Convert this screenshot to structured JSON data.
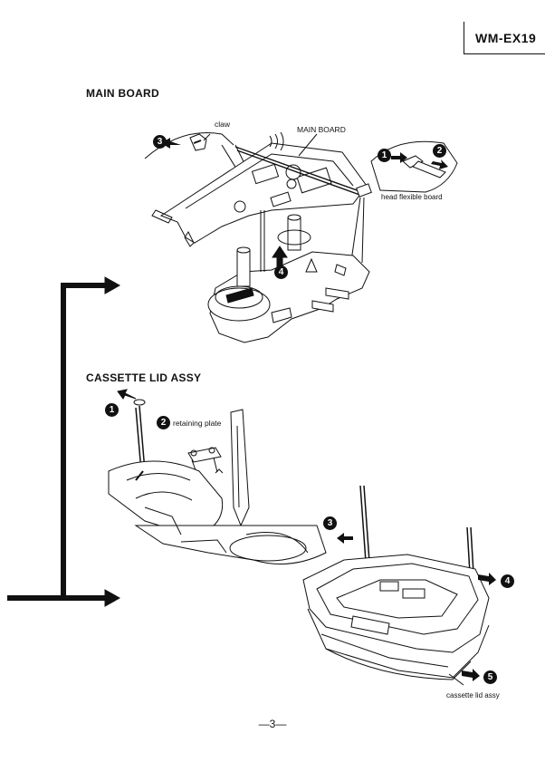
{
  "header": {
    "model": "WM-EX19"
  },
  "sections": {
    "main_board": {
      "title": "MAIN BOARD",
      "labels": {
        "claw": "claw",
        "main_board": "MAIN BOARD",
        "head_flexible_board": "head flexible board"
      },
      "steps": [
        "3",
        "1",
        "2",
        "4"
      ]
    },
    "cassette_lid": {
      "title": "CASSETTE LID ASSY",
      "labels": {
        "retaining_plate": "retaining plate",
        "cassette_lid_assy": "cassette lid assy"
      },
      "steps": [
        "1",
        "2",
        "3",
        "4",
        "5"
      ]
    }
  },
  "footer": {
    "page": "—3—"
  }
}
